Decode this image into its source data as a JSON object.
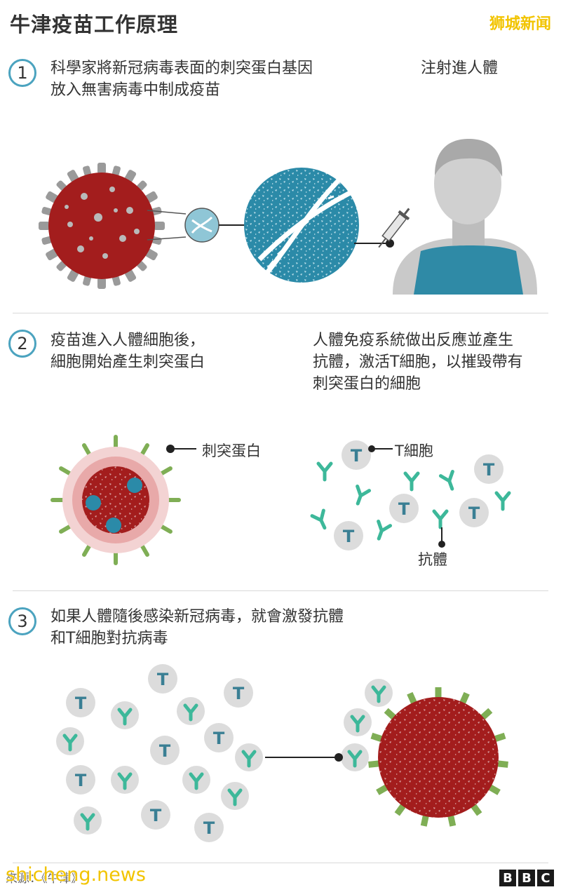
{
  "header": {
    "title": "牛津疫苗工作原理",
    "watermark": "狮城新闻"
  },
  "steps": [
    {
      "number": "1",
      "text_line1": "科學家將新冠病毒表面的刺突蛋白基因",
      "text_line2": "放入無害病毒中制成疫苗",
      "side_label": "注射進人體"
    },
    {
      "number": "2",
      "text_line1": "疫苗進入人體細胞後，",
      "text_line2": "細胞開始產生刺突蛋白",
      "right_line1": "人體免疫系統做出反應並產生",
      "right_line2": "抗體，激活T細胞，以摧毀帶有",
      "right_line3": "刺突蛋白的細胞",
      "label_spike": "刺突蛋白",
      "label_tcell": "T細胞",
      "label_antibody": "抗體"
    },
    {
      "number": "3",
      "text_line1": "如果人體隨後感染新冠病毒，就會激發抗體",
      "text_line2": "和T細胞對抗病毒"
    }
  ],
  "footer": {
    "source": "來源：《牛津》",
    "watermark": "shicheng.news",
    "brand_letters": [
      "B",
      "B",
      "C"
    ]
  },
  "colors": {
    "virus_red": "#a31d1d",
    "spike_grey": "#9a9a9a",
    "vector_blue": "#2b8aa8",
    "tcell_grey": "#dcdcdc",
    "tcell_letter": "#3a7f94",
    "antibody_green": "#3db89a",
    "spike_green": "#7fae55",
    "step_circle": "#4ba3bf",
    "shirt_blue": "#2f8aa6",
    "watermark": "#f2c400"
  }
}
